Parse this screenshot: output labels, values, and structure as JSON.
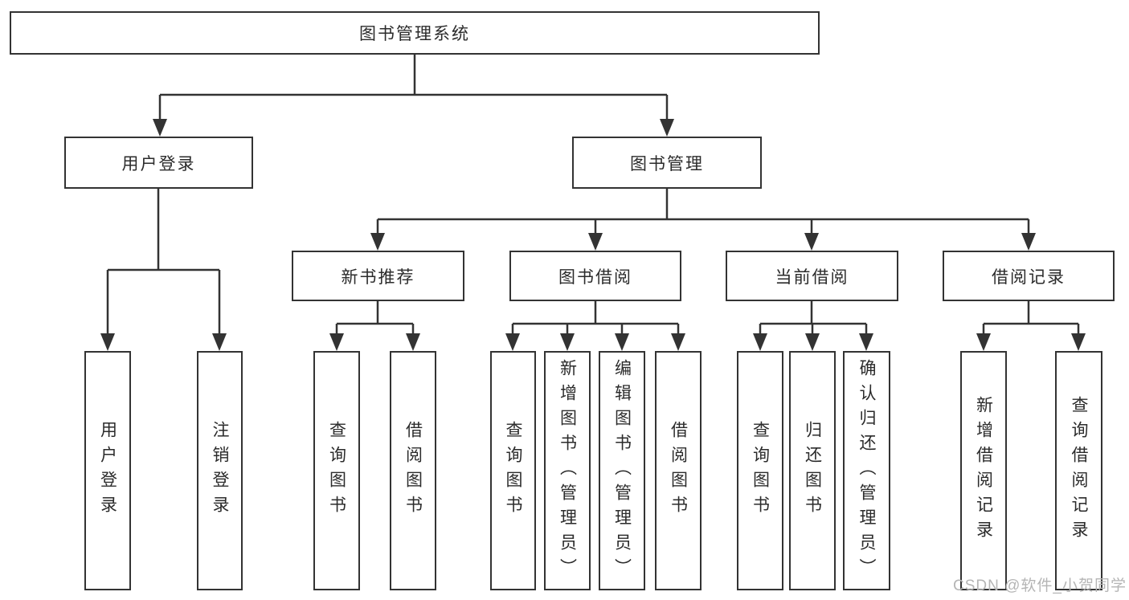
{
  "tree": {
    "root": {
      "label": "图书管理系统"
    },
    "level2": [
      {
        "label": "用户登录",
        "leaves": [
          {
            "label": "用户登录"
          },
          {
            "label": "注销登录"
          }
        ]
      },
      {
        "label": "图书管理",
        "groups": [
          {
            "label": "新书推荐",
            "leaves": [
              {
                "label": "查询图书"
              },
              {
                "label": "借阅图书"
              }
            ]
          },
          {
            "label": "图书借阅",
            "leaves": [
              {
                "label": "查询图书"
              },
              {
                "label": "新增图书（管理员）"
              },
              {
                "label": "编辑图书（管理员）"
              },
              {
                "label": "借阅图书"
              }
            ]
          },
          {
            "label": "当前借阅",
            "leaves": [
              {
                "label": "查询图书"
              },
              {
                "label": "归还图书"
              },
              {
                "label": "确认归还（管理员）"
              }
            ]
          },
          {
            "label": "借阅记录",
            "leaves": [
              {
                "label": "新增借阅记录"
              },
              {
                "label": "查询借阅记录"
              }
            ]
          }
        ]
      }
    ]
  },
  "watermark": {
    "text": "CSDN @软件_小贺同学"
  },
  "colors": {
    "line": "#333333",
    "text": "#2b2b2b",
    "watermark": "#b5b5b5",
    "background": "#ffffff"
  }
}
